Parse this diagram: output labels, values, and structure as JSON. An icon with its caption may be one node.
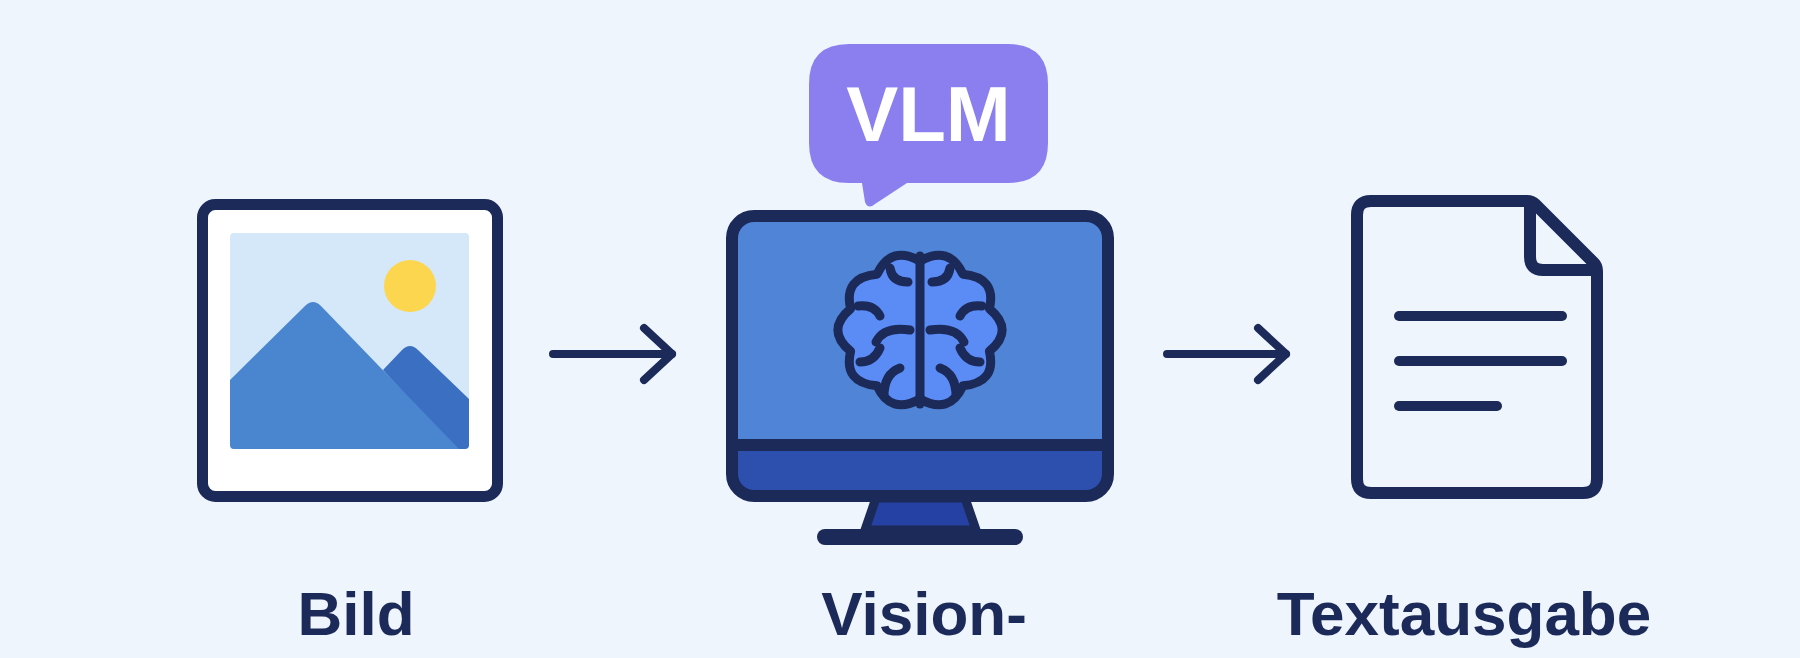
{
  "diagram": {
    "nodes": [
      {
        "text": [
          "Bild"
        ]
      },
      {
        "text": [
          "VLM"
        ]
      },
      {
        "text": [
          "Vision-"
        ]
      },
      {
        "text": [
          "Textausgabe"
        ]
      }
    ],
    "edges": [
      {
        "from": 0,
        "to": 2,
        "arrow": "to"
      },
      {
        "from": 2,
        "to": 3,
        "arrow": "to"
      }
    ]
  }
}
